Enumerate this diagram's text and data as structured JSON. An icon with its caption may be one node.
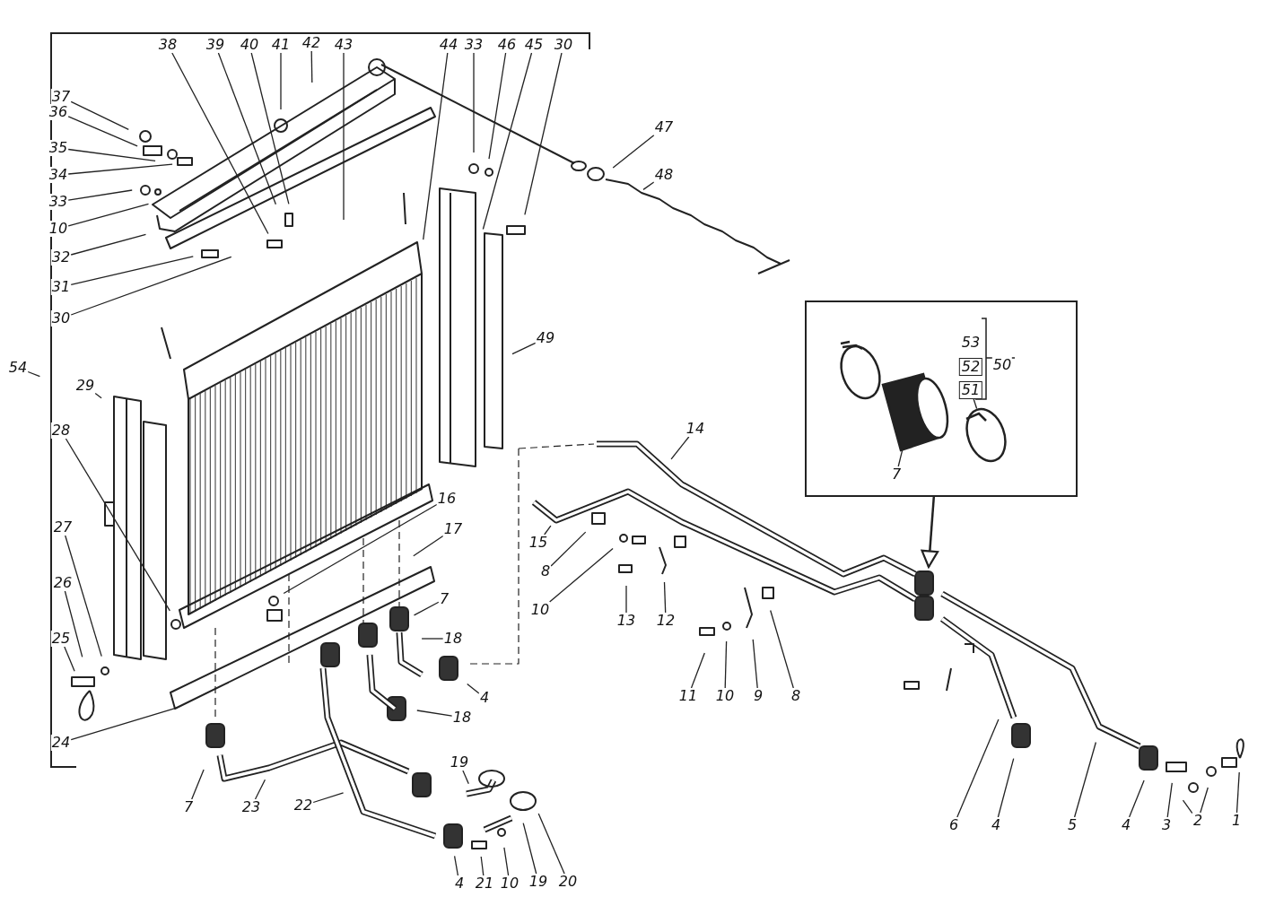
{
  "diagram": {
    "nodes": [
      {
        "text": [
          "37"
        ]
      },
      {
        "text": [
          "36"
        ]
      },
      {
        "text": [
          "35"
        ]
      },
      {
        "text": [
          "34"
        ]
      },
      {
        "text": [
          "33"
        ]
      },
      {
        "text": [
          "10"
        ]
      },
      {
        "text": [
          "32"
        ]
      },
      {
        "text": [
          "31"
        ]
      },
      {
        "text": [
          "30"
        ]
      },
      {
        "text": [
          "38"
        ]
      },
      {
        "text": [
          "39"
        ]
      },
      {
        "text": [
          "40"
        ]
      },
      {
        "text": [
          "41"
        ]
      },
      {
        "text": [
          "42"
        ]
      },
      {
        "text": [
          "43"
        ]
      },
      {
        "text": [
          "44"
        ]
      },
      {
        "text": [
          "33"
        ]
      },
      {
        "text": [
          "46"
        ]
      },
      {
        "text": [
          "45"
        ]
      },
      {
        "text": [
          "30"
        ]
      },
      {
        "text": [
          "47"
        ]
      },
      {
        "text": [
          "48"
        ]
      },
      {
        "text": [
          "54"
        ]
      },
      {
        "text": [
          "29"
        ]
      },
      {
        "text": [
          "49"
        ]
      },
      {
        "text": [
          "28"
        ]
      },
      {
        "text": [
          "27"
        ]
      },
      {
        "text": [
          "26"
        ]
      },
      {
        "text": [
          "25"
        ]
      },
      {
        "text": [
          "24"
        ]
      },
      {
        "text": [
          "16"
        ]
      },
      {
        "text": [
          "17"
        ]
      },
      {
        "text": [
          "7"
        ]
      },
      {
        "text": [
          "18"
        ]
      },
      {
        "text": [
          "4"
        ]
      },
      {
        "text": [
          "18"
        ]
      },
      {
        "text": [
          "7"
        ]
      },
      {
        "text": [
          "23"
        ]
      },
      {
        "text": [
          "22"
        ]
      },
      {
        "text": [
          "19"
        ]
      },
      {
        "text": [
          "4"
        ]
      },
      {
        "text": [
          "21"
        ]
      },
      {
        "text": [
          "10"
        ]
      },
      {
        "text": [
          "19"
        ]
      },
      {
        "text": [
          "20"
        ]
      },
      {
        "text": [
          "14"
        ]
      },
      {
        "text": [
          "15"
        ]
      },
      {
        "text": [
          "8"
        ]
      },
      {
        "text": [
          "10"
        ]
      },
      {
        "text": [
          "13"
        ]
      },
      {
        "text": [
          "12"
        ]
      },
      {
        "text": [
          "11"
        ]
      },
      {
        "text": [
          "10"
        ]
      },
      {
        "text": [
          "9"
        ]
      },
      {
        "text": [
          "8"
        ]
      },
      {
        "text": [
          "6"
        ]
      },
      {
        "text": [
          "4"
        ]
      },
      {
        "text": [
          "5"
        ]
      },
      {
        "text": [
          "4"
        ]
      },
      {
        "text": [
          "3"
        ]
      },
      {
        "text": [
          "2"
        ]
      },
      {
        "text": [
          "1"
        ]
      },
      {
        "text": [],
        "shape": "box"
      },
      {
        "text": [
          "53"
        ],
        "in": 62
      },
      {
        "text": [
          "52"
        ],
        "in": 62
      },
      {
        "text": [
          "51"
        ],
        "in": 62
      },
      {
        "text": [
          "50"
        ],
        "in": 62
      },
      {
        "text": [
          "7"
        ],
        "in": 62
      }
    ],
    "edges": [
      {
        "from": 0,
        "to": null,
        "arrow": "none"
      },
      {
        "from": 1,
        "to": null,
        "arrow": "none"
      },
      {
        "from": 2,
        "to": null,
        "arrow": "none"
      },
      {
        "from": 3,
        "to": null,
        "arrow": "none"
      },
      {
        "from": 4,
        "to": null,
        "arrow": "none"
      },
      {
        "from": 5,
        "to": null,
        "arrow": "none"
      },
      {
        "from": 6,
        "to": null,
        "arrow": "none"
      },
      {
        "from": 7,
        "to": null,
        "arrow": "none"
      },
      {
        "from": 8,
        "to": null,
        "arrow": "none"
      },
      {
        "from": 9,
        "to": null,
        "arrow": "none"
      },
      {
        "from": 10,
        "to": null,
        "arrow": "none"
      },
      {
        "from": 11,
        "to": null,
        "arrow": "none"
      },
      {
        "from": 12,
        "to": null,
        "arrow": "none"
      },
      {
        "from": 13,
        "to": null,
        "arrow": "none"
      },
      {
        "from": 14,
        "to": null,
        "arrow": "none"
      },
      {
        "from": 15,
        "to": null,
        "arrow": "none"
      },
      {
        "from": 16,
        "to": null,
        "arrow": "none"
      },
      {
        "from": 17,
        "to": null,
        "arrow": "none"
      },
      {
        "from": 18,
        "to": null,
        "arrow": "none"
      },
      {
        "from": 19,
        "to": null,
        "arrow": "none"
      },
      {
        "from": 20,
        "to": null,
        "arrow": "none"
      },
      {
        "from": 21,
        "to": null,
        "arrow": "none"
      },
      {
        "from": 22,
        "to": null,
        "arrow": "none"
      },
      {
        "from": 23,
        "to": null,
        "arrow": "none"
      },
      {
        "from": 24,
        "to": null,
        "arrow": "none"
      },
      {
        "from": 25,
        "to": null,
        "arrow": "none"
      },
      {
        "from": 26,
        "to": null,
        "arrow": "none"
      },
      {
        "from": 27,
        "to": null,
        "arrow": "none"
      },
      {
        "from": 28,
        "to": null,
        "arrow": "none"
      },
      {
        "from": 29,
        "to": null,
        "arrow": "none"
      },
      {
        "from": 30,
        "to": null,
        "arrow": "none"
      },
      {
        "from": 31,
        "to": null,
        "arrow": "none"
      },
      {
        "from": 32,
        "to": null,
        "arrow": "none"
      },
      {
        "from": 33,
        "to": null,
        "arrow": "none"
      },
      {
        "from": 34,
        "to": null,
        "arrow": "none"
      },
      {
        "from": 35,
        "to": null,
        "arrow": "none"
      },
      {
        "from": 36,
        "to": null,
        "arrow": "none"
      },
      {
        "from": 37,
        "to": null,
        "arrow": "none"
      },
      {
        "from": 38,
        "to": null,
        "arrow": "none"
      },
      {
        "from": 39,
        "to": null,
        "arrow": "none"
      },
      {
        "from": 40,
        "to": null,
        "arrow": "none"
      },
      {
        "from": 41,
        "to": null,
        "arrow": "none"
      },
      {
        "from": 42,
        "to": null,
        "arrow": "none"
      },
      {
        "from": 43,
        "to": null,
        "arrow": "none"
      },
      {
        "from": 44,
        "to": null,
        "arrow": "none"
      },
      {
        "from": 45,
        "to": null,
        "arrow": "none"
      },
      {
        "from": 46,
        "to": null,
        "arrow": "none"
      },
      {
        "from": 47,
        "to": null,
        "arrow": "none"
      },
      {
        "from": 48,
        "to": null,
        "arrow": "none"
      },
      {
        "from": 49,
        "to": null,
        "arrow": "none"
      },
      {
        "from": 50,
        "to": null,
        "arrow": "none"
      },
      {
        "from": 51,
        "to": null,
        "arrow": "none"
      },
      {
        "from": 52,
        "to": null,
        "arrow": "none"
      },
      {
        "from": 53,
        "to": null,
        "arrow": "none"
      },
      {
        "from": 54,
        "to": null,
        "arrow": "none"
      },
      {
        "from": 55,
        "to": null,
        "arrow": "none"
      },
      {
        "from": 56,
        "to": null,
        "arrow": "none"
      },
      {
        "from": 57,
        "to": null,
        "arrow": "none"
      },
      {
        "from": 58,
        "to": null,
        "arrow": "none"
      },
      {
        "from": 59,
        "to": null,
        "arrow": "none"
      },
      {
        "from": 60,
        "to": null,
        "arrow": "none"
      },
      {
        "from": 60,
        "to": null,
        "arrow": "none"
      },
      {
        "from": 61,
        "to": null,
        "arrow": "none"
      },
      {
        "from": 62,
        "to": null,
        "arrow": "to"
      },
      {
        "from": 65,
        "to": null,
        "arrow": "none"
      },
      {
        "from": 67,
        "to": null,
        "arrow": "none"
      }
    ]
  }
}
